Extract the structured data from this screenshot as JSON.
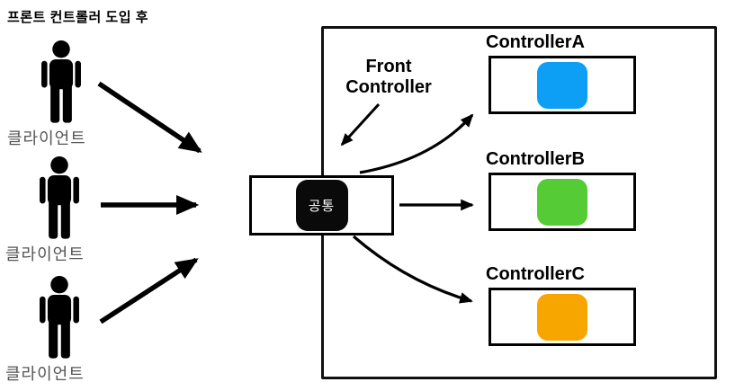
{
  "title": "프론트 컨트롤러 도입 후",
  "clients": [
    {
      "icon": "person-icon",
      "label": "클라이언트"
    },
    {
      "icon": "person-icon",
      "label": "클라이언트"
    },
    {
      "icon": "person-icon",
      "label": "클라이언트"
    }
  ],
  "front_controller": {
    "annotation": "Front Controller",
    "box_label": "공통",
    "chip_color": "#0a0a0a"
  },
  "controllers": [
    {
      "name": "ControllerA",
      "color": "#0d9ef5"
    },
    {
      "name": "ControllerB",
      "color": "#55cb35"
    },
    {
      "name": "ControllerC",
      "color": "#f7a600"
    }
  ],
  "colors": {
    "arrow": "#000000",
    "border": "#000000",
    "client_label": "#555555",
    "background": "#ffffff"
  }
}
